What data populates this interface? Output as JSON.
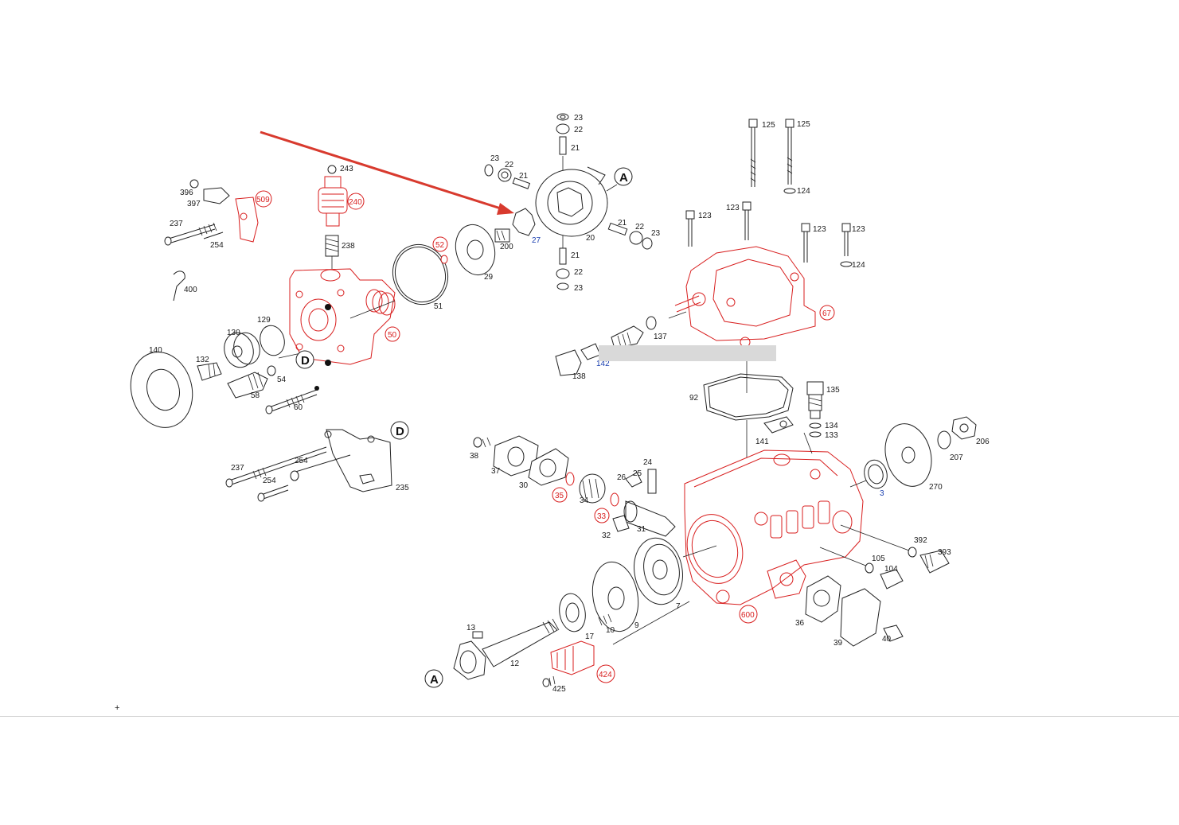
{
  "colors": {
    "line": "#222222",
    "highlight_part": "#d81e1e",
    "blue_label": "#1a3fb0",
    "arrow": "#d83a2e",
    "redaction_box": "#d9d9d9"
  },
  "callouts": [
    "A",
    "D",
    "A",
    "D"
  ],
  "labels": {
    "p23a": "23",
    "p22a": "22",
    "p21a": "21",
    "p23b": "23",
    "p22b": "22",
    "p21b": "21",
    "p21c": "21",
    "p22c": "22",
    "p23c": "23",
    "p21d": "21",
    "p22d": "22",
    "p23d": "23",
    "p27": "27",
    "p20": "20",
    "p200": "200",
    "p29": "29",
    "p52": "52",
    "p51": "51",
    "p50": "50",
    "p243": "243",
    "p240": "240",
    "p238": "238",
    "p396": "396",
    "p397": "397",
    "p509": "509",
    "p237a": "237",
    "p254a": "254",
    "p400": "400",
    "p140": "140",
    "p132": "132",
    "p130": "130",
    "p129": "129",
    "p58": "58",
    "p54": "54",
    "p60": "60",
    "p237b": "237",
    "p254b": "254",
    "p254c": "254",
    "p235": "235",
    "p125a": "125",
    "p125b": "125",
    "p124a": "124",
    "p124b": "124",
    "p123a": "123",
    "p123b": "123",
    "p123c": "123",
    "p123d": "123",
    "p67": "67",
    "p137": "137",
    "p142": "142",
    "p138": "138",
    "p92": "92",
    "p135": "135",
    "p134": "134",
    "p133": "133",
    "p141": "141",
    "p206": "206",
    "p207": "207",
    "p270": "270",
    "p3": "3",
    "p38": "38",
    "p37": "37",
    "p30": "30",
    "p35": "35",
    "p34": "34",
    "p26": "26",
    "p25": "25",
    "p24": "24",
    "p33": "33",
    "p32": "32",
    "p31": "31",
    "p7": "7",
    "p9": "9",
    "p10": "10",
    "p17": "17",
    "p13": "13",
    "p12": "12",
    "p424": "424",
    "p425": "425",
    "p600": "600",
    "p36": "36",
    "p39": "39",
    "p40": "40",
    "p105": "105",
    "p104": "104",
    "p392": "392",
    "p393": "393"
  },
  "footer": {
    "plus": "+"
  }
}
